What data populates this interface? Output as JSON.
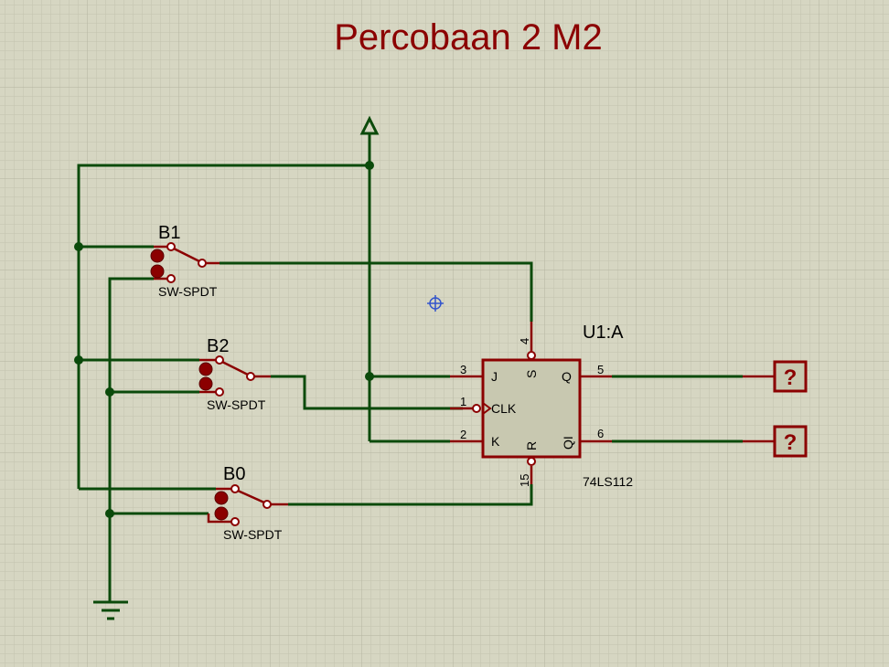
{
  "title": "Percobaan 2 M2",
  "switches": [
    {
      "name": "B1",
      "type": "SW-SPDT"
    },
    {
      "name": "B2",
      "type": "SW-SPDT"
    },
    {
      "name": "B0",
      "type": "SW-SPDT"
    }
  ],
  "ic": {
    "ref": "U1:A",
    "part": "74LS112",
    "pins": {
      "j_num": "3",
      "j": "J",
      "clk_num": "1",
      "clk": "CLK",
      "k_num": "2",
      "k": "K",
      "s_num": "4",
      "s": "S",
      "r_num": "15",
      "r": "R",
      "q_num": "5",
      "q": "Q",
      "qn_num": "6",
      "qn": "QI"
    }
  },
  "probes": [
    "?",
    "?"
  ],
  "colors": {
    "background": "#d6d6c2",
    "wire": "#0b4a0b",
    "component": "#8b0000",
    "ic_fill": "#c8c8b0"
  }
}
